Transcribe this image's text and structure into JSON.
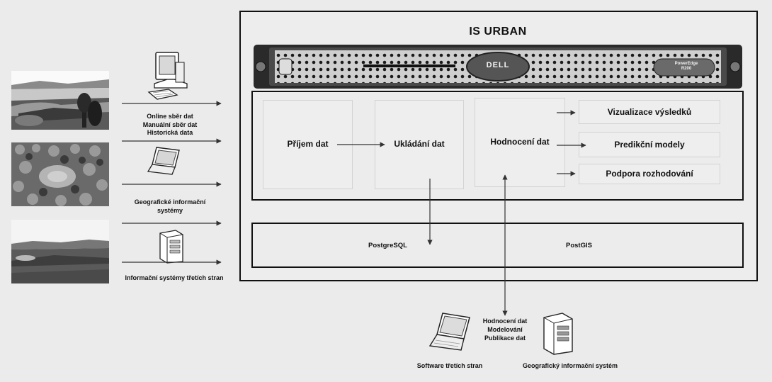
{
  "title": "IS URBAN",
  "server": {
    "brand": "DELL",
    "model_line1": "PowerEdge",
    "model_line2": "R200"
  },
  "sources": [
    {
      "lines": [
        "Online sběr dat",
        "Manuální sběr dat",
        "Historická data"
      ],
      "icon": "desktop-computer-icon"
    },
    {
      "lines": [
        "Geografické informační",
        "systémy"
      ],
      "icon": "laptop-icon"
    },
    {
      "lines": [
        "Informační systémy třetích stran"
      ],
      "icon": "server-tower-icon"
    }
  ],
  "processing": {
    "steps": [
      "Příjem dat",
      "Ukládání dat",
      "Hodnocení dat"
    ],
    "outputs": [
      "Vizualizace výsledků",
      "Predikční modely",
      "Podpora rozhodování"
    ]
  },
  "database": {
    "left": "PostgreSQL",
    "right": "PostGIS"
  },
  "external": {
    "exchange_lines": [
      "Hodnocení dat",
      "Modelování",
      "Publikace dat"
    ],
    "software_label": "Software třetích stran",
    "gis_label": "Geografický informační systém"
  }
}
